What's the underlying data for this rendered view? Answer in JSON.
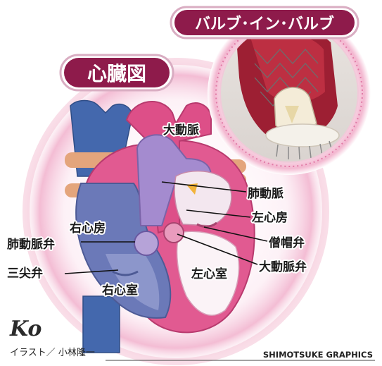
{
  "titles": {
    "heart_diagram": "心臓図",
    "valve_in_valve": "バルブ･イン･バルブ"
  },
  "labels": {
    "aorta": "大動脈",
    "pulmonary_artery": "肺動脈",
    "left_atrium": "左心房",
    "right_atrium": "右心房",
    "mitral_valve": "僧帽弁",
    "pulmonary_valve": "肺動脈弁",
    "aortic_valve": "大動脈弁",
    "tricuspid_valve": "三尖弁",
    "left_ventricle": "左心室",
    "right_ventricle": "右心室"
  },
  "credits": {
    "monogram": "Ko",
    "illustration": "イラスト／ 小林隆一",
    "graphics": "SHIMOTSUKE GRAPHICS"
  },
  "colors": {
    "title_badge": "#8e1b4b",
    "vein_blue": "#3f63a8",
    "heart_pink": "#e0558f",
    "pulmonary_purple": "#9b84c8",
    "vessel_orange": "#e3a27a",
    "halo_pink": "#f6c9dc"
  }
}
